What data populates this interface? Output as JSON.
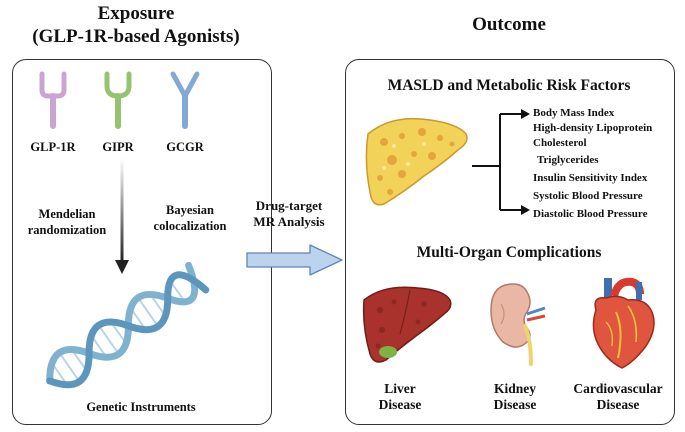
{
  "exposure": {
    "title_line1": "Exposure",
    "title_line2": "(GLP-1R-based Agonists)",
    "receptors": [
      {
        "label": "GLP-1R",
        "color": "#c9a5d3"
      },
      {
        "label": "GIPR",
        "color": "#96c46e"
      },
      {
        "label": "GCGR",
        "color": "#84a8d4"
      }
    ],
    "method_left_line1": "Mendelian",
    "method_left_line2": "randomization",
    "method_right_line1": "Bayesian",
    "method_right_line2": "colocalization",
    "instruments_label": "Genetic Instruments"
  },
  "arrow": {
    "line1": "Drug-target",
    "line2": "MR Analysis",
    "color": "#bcd3ee"
  },
  "outcome": {
    "title": "Outcome",
    "section1_title": "MASLD and Metabolic Risk Factors",
    "risk_factors": [
      "Body Mass Index",
      "High-density Lipoprotein",
      "Cholesterol",
      "Triglycerides",
      "Insulin Sensitivity Index",
      "Systolic Blood Pressure",
      "Diastolic Blood Pressure"
    ],
    "section2_title": "Multi-Organ Complications",
    "organs": [
      {
        "line1": "Liver",
        "line2": "Disease"
      },
      {
        "line1": "Kidney",
        "line2": "Disease"
      },
      {
        "line1": "Cardiovascular",
        "line2": "Disease"
      }
    ]
  }
}
